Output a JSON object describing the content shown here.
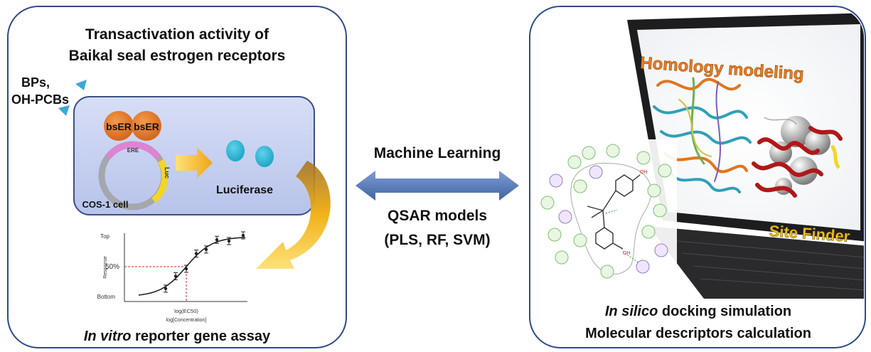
{
  "left": {
    "title_line1": "Transactivation activity of",
    "title_line2": "Baikal seal estrogen receptors",
    "compounds_line1": "BPs,",
    "compounds_line2": "OH-PCBs",
    "receptor_label": "bsER",
    "ere_label": "ERE",
    "luc_label": "Luc",
    "luciferase_label": "Luciferase",
    "cell_label": "COS-1 cell",
    "assay_italic": "In vitro",
    "assay_rest": " reporter gene assay"
  },
  "curve_chart": {
    "type": "line",
    "y_ticks": [
      "Top",
      "50%",
      "Bottom"
    ],
    "ylabel": "Response",
    "xlabel": "log[Concentration]",
    "x_marker_label": "log(EC50)"
  },
  "middle": {
    "arrow_label": "Machine Learning",
    "models_line1": "QSAR models",
    "models_line2": "(PLS, RF, SVM)"
  },
  "right": {
    "homology_label": "Homology modeling",
    "site_label": "Site Finder",
    "caption_italic": "In silico",
    "caption_rest": " docking simulation",
    "caption_line2": "Molecular descriptors calculation"
  },
  "colors": {
    "panel_border": "#2f4a8a",
    "cell_fill": "#c9d3f2",
    "receptor": "#e0761f",
    "luciferase": "#2bb7d6",
    "arrow_gold": "#f2b21a",
    "double_arrow": "#5a7fc0",
    "orange_text": "#f07c1f",
    "red_protein": "#b01818"
  }
}
